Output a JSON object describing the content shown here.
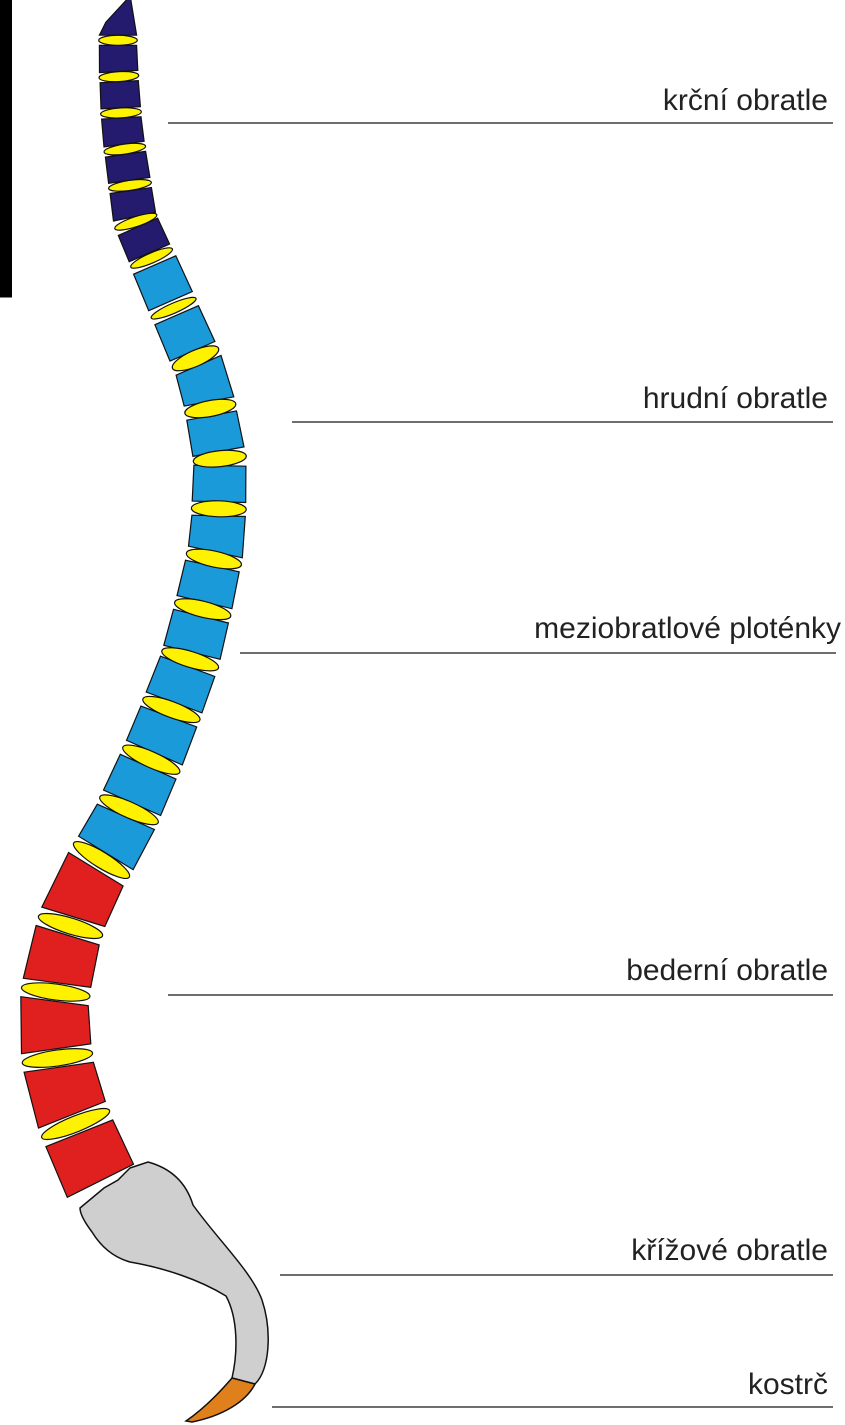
{
  "labels": {
    "cervical": "krční obratle",
    "thoracic": "hrudní obratle",
    "discs": "meziobratlové ploténky",
    "lumbar": "bederní obratle",
    "sacral": "křížové obratle",
    "coccyx": "kostrč"
  },
  "colors": {
    "cervical": "#241a6e",
    "thoracic": "#1a9ad9",
    "lumbar": "#e0201e",
    "disc": "#fff200",
    "sacrum": "#cfcfcf",
    "coccyx": "#e0801c",
    "outline": "#111111",
    "inset_frame": "#000000"
  },
  "vertebra_counts": {
    "cervical": 7,
    "thoracic": 12,
    "lumbar": 5
  }
}
